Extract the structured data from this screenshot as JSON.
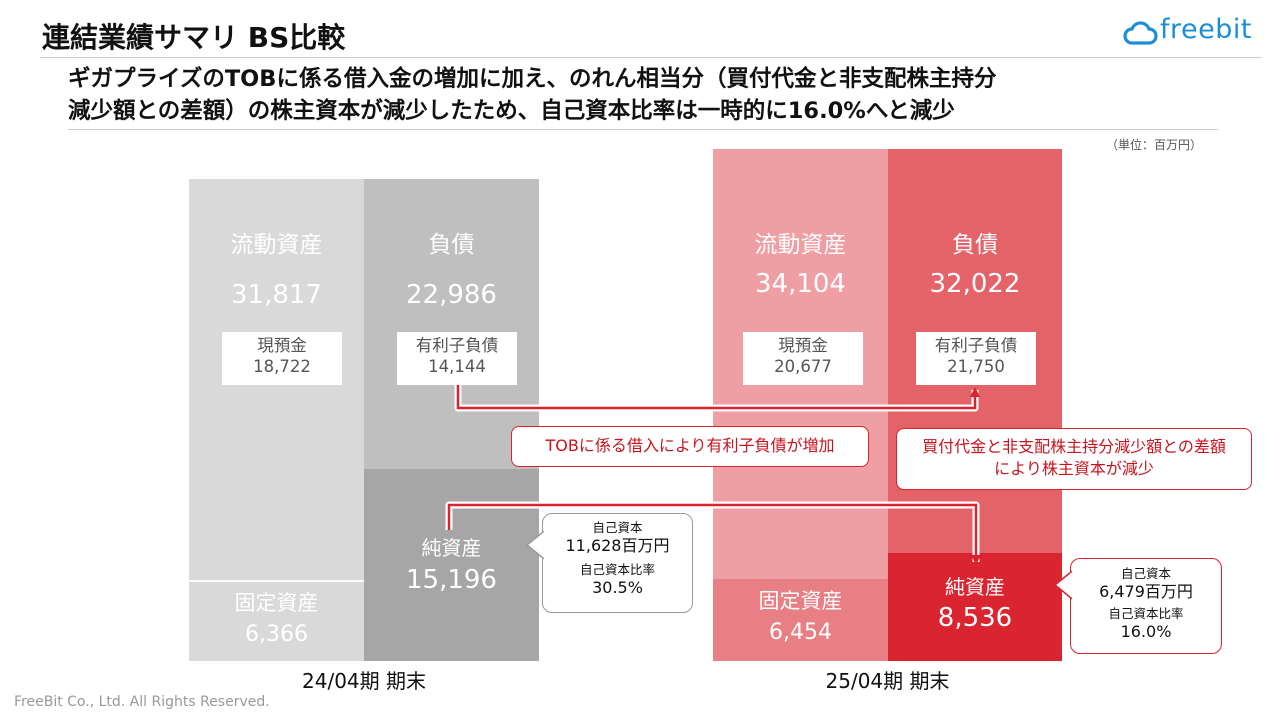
{
  "header": {
    "title": "連結業績サマリ BS比較",
    "logo_text": "freebit",
    "headline_line1": "ギガプライズのTOBに係る借入金の増加に加え、のれん相当分（買付代金と非支配株主持分",
    "headline_line2": "減少額との差額）の株主資本が減少したため、自己資本比率は一時的に16.0%へと減少",
    "unit": "（単位：百万円）"
  },
  "colors": {
    "accent_red": "#d9232e",
    "brand_blue": "#1a8fd8",
    "gray_current_assets": "#d9d9d9",
    "gray_liabilities": "#bfbfbf",
    "gray_net_assets": "#a6a6a6",
    "red_current_assets": "#ef9ea3",
    "red_liabilities": "#e46369",
    "red_fixed_assets": "#e77f84",
    "red_net_assets": "#da2530"
  },
  "chart_data": {
    "type": "bar",
    "subtype": "balance-sheet-comparison",
    "categories": [
      "24/04期 期末",
      "25/04期 期末"
    ],
    "periods": [
      {
        "label": "24/04期 期末",
        "assets": [
          {
            "name": "流動資産",
            "value": 31817
          },
          {
            "name": "固定資産",
            "value": 6366
          }
        ],
        "liabilities_and_equity": [
          {
            "name": "負債",
            "value": 22986
          },
          {
            "name": "純資産",
            "value": 15196
          }
        ],
        "sub_items": [
          {
            "name": "現預金",
            "value": "18,722"
          },
          {
            "name": "有利子負債",
            "value": "14,144"
          }
        ],
        "equity_note": {
          "equity_label": "自己資本",
          "equity_value": "11,628百万円",
          "ratio_label": "自己資本比率",
          "ratio_value": "30.5%"
        }
      },
      {
        "label": "25/04期 期末",
        "assets": [
          {
            "name": "流動資産",
            "value": 34104
          },
          {
            "name": "固定資産",
            "value": 6454
          }
        ],
        "liabilities_and_equity": [
          {
            "name": "負債",
            "value": 32022
          },
          {
            "name": "純資産",
            "value": 8536
          }
        ],
        "sub_items": [
          {
            "name": "現預金",
            "value": "20,677"
          },
          {
            "name": "有利子負債",
            "value": "21,750"
          }
        ],
        "equity_note": {
          "equity_label": "自己資本",
          "equity_value": "6,479百万円",
          "ratio_label": "自己資本比率",
          "ratio_value": "16.0%"
        }
      }
    ],
    "annotations": [
      "TOBに係る借入により有利子負債が増加",
      "買付代金と非支配株主持分減少額との差額により株主資本が減少"
    ]
  },
  "footer": "FreeBit Co., Ltd. All Rights Reserved."
}
